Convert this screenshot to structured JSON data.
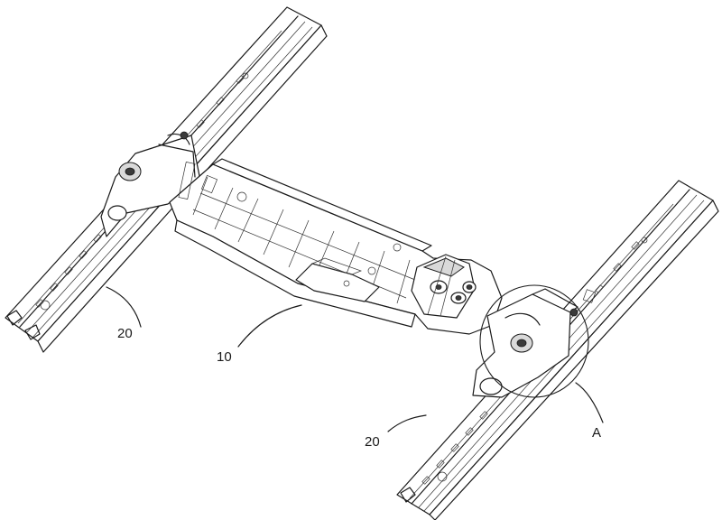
{
  "figure": {
    "labels": {
      "rail_left": "20",
      "frame": "10",
      "rail_right": "20",
      "detail": "A"
    }
  }
}
